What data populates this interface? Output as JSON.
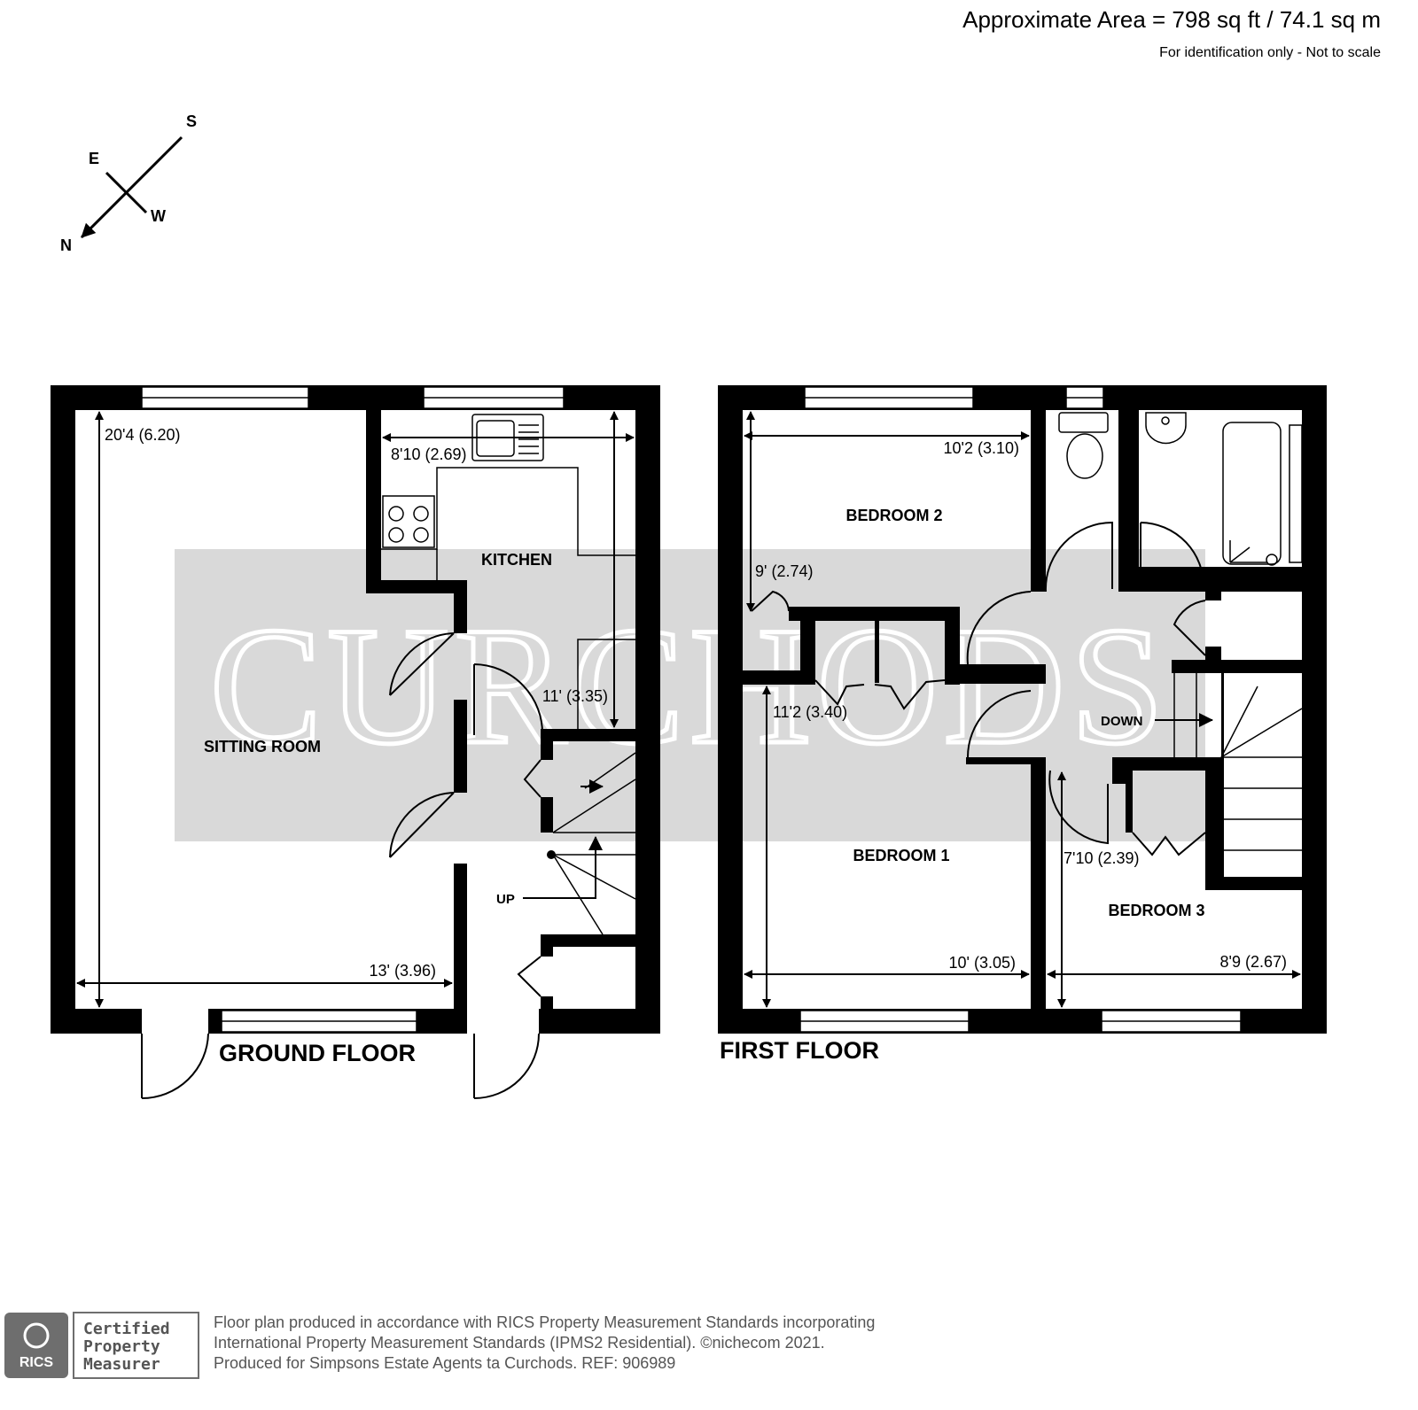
{
  "header": {
    "area": "Approximate Area = 798 sq ft / 74.1 sq m",
    "disclaimer": "For identification only - Not to scale"
  },
  "compass": {
    "north": "N",
    "south": "S",
    "east": "E",
    "west": "W"
  },
  "watermark": "CURCHODS",
  "ground_floor": {
    "title": "GROUND FLOOR",
    "rooms": {
      "sitting_room": "SITTING ROOM",
      "kitchen": "KITCHEN"
    },
    "dimensions": {
      "sitting_length": "20'4 (6.20)",
      "sitting_width": "13' (3.96)",
      "kitchen_width": "8'10 (2.69)",
      "kitchen_length": "11' (3.35)"
    },
    "stairs_label": "UP"
  },
  "first_floor": {
    "title": "FIRST FLOOR",
    "rooms": {
      "bedroom1": "BEDROOM 1",
      "bedroom2": "BEDROOM 2",
      "bedroom3": "BEDROOM 3"
    },
    "dimensions": {
      "bedroom2_width": "10'2 (3.10)",
      "bedroom2_length": "9' (2.74)",
      "bedroom1_length": "11'2 (3.40)",
      "bedroom1_width": "10' (3.05)",
      "bedroom3_length": "7'10 (2.39)",
      "bedroom3_width": "8'9 (2.67)"
    },
    "stairs_label": "DOWN"
  },
  "footer": {
    "badge_org": "RICS",
    "badge_line1": "Certified",
    "badge_line2": "Property",
    "badge_line3": "Measurer",
    "line1": "Floor plan produced in accordance with RICS Property Measurement Standards incorporating",
    "line2": "International Property Measurement Standards (IPMS2 Residential).   ©nichecom 2021.",
    "line3": "Produced for Simpsons Estate Agents ta Curchods.   REF:  906989"
  },
  "colors": {
    "wall": "#000000",
    "watermark_band": "#d9d9d9",
    "footer_text": "#555555",
    "badge": "#6e6e6e"
  }
}
